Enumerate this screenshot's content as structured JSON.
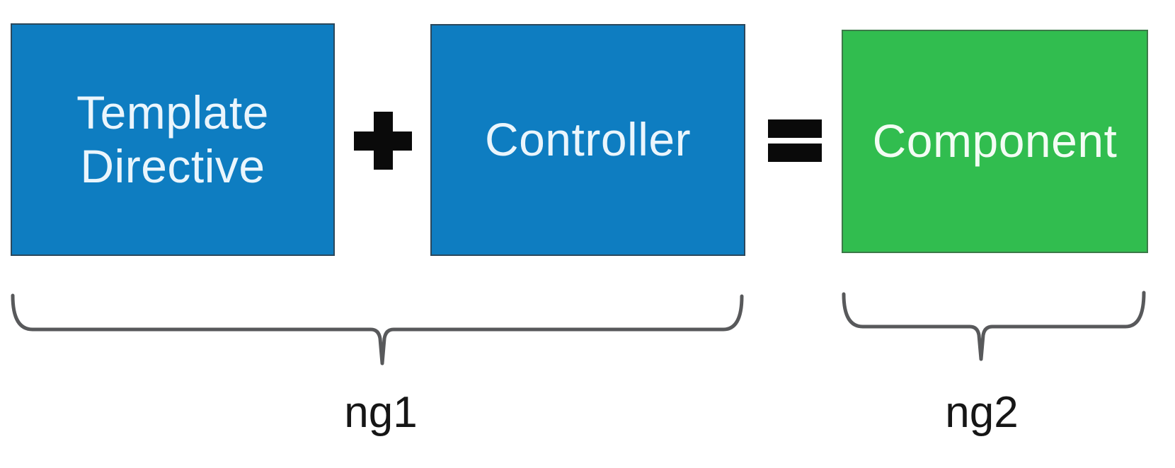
{
  "diagram": {
    "title_hint": "ng1 vs ng2 component formula",
    "boxes": [
      {
        "id": "template-directive",
        "lines": [
          "Template",
          "Directive"
        ],
        "fill": "#0e7dc1",
        "text_color": "#eaf5fc"
      },
      {
        "id": "controller",
        "lines": [
          "Controller"
        ],
        "fill": "#0e7dc1",
        "text_color": "#eaf5fc"
      },
      {
        "id": "component",
        "lines": [
          "Component"
        ],
        "fill": "#31bd4f",
        "text_color": "#f3fcf4"
      }
    ],
    "operators": [
      {
        "id": "plus",
        "symbol": "+"
      },
      {
        "id": "equals",
        "symbol": "="
      }
    ],
    "groups": [
      {
        "id": "ng1",
        "label": "ng1",
        "covers": [
          "Template Directive",
          "Controller"
        ]
      },
      {
        "id": "ng2",
        "label": "ng2",
        "covers": [
          "Component"
        ]
      }
    ],
    "colors": {
      "background": "#ffffff",
      "box_blue": "#0e7dc1",
      "box_green": "#31bd4f",
      "operator_black": "#0a0a0a",
      "brace_gray": "#58595b",
      "label_black": "#161616"
    }
  }
}
